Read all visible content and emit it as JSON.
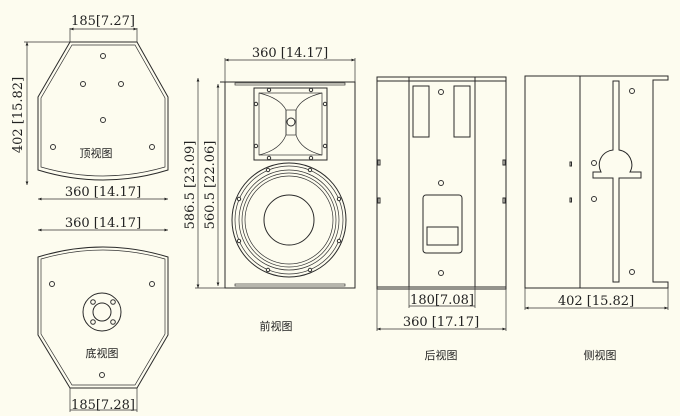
{
  "top_view": {
    "label": "顶视图",
    "top_width": "185[7.27]",
    "depth": "402 [15.82]",
    "width": "360 [14.17]"
  },
  "bottom_view": {
    "label": "底视图",
    "width": "360 [14.17]",
    "bottom_width": "185[7.28]"
  },
  "front_view": {
    "label": "前视图",
    "width": "360 [14.17]",
    "height_outer": "586.5 [23.09]",
    "height_inner": "560.5 [22.06]"
  },
  "back_view": {
    "label": "后视图",
    "inner_width": "180[7.08]",
    "width": "360 [17.17]"
  },
  "side_view": {
    "label": "侧视图",
    "depth": "402 [15.82]"
  }
}
